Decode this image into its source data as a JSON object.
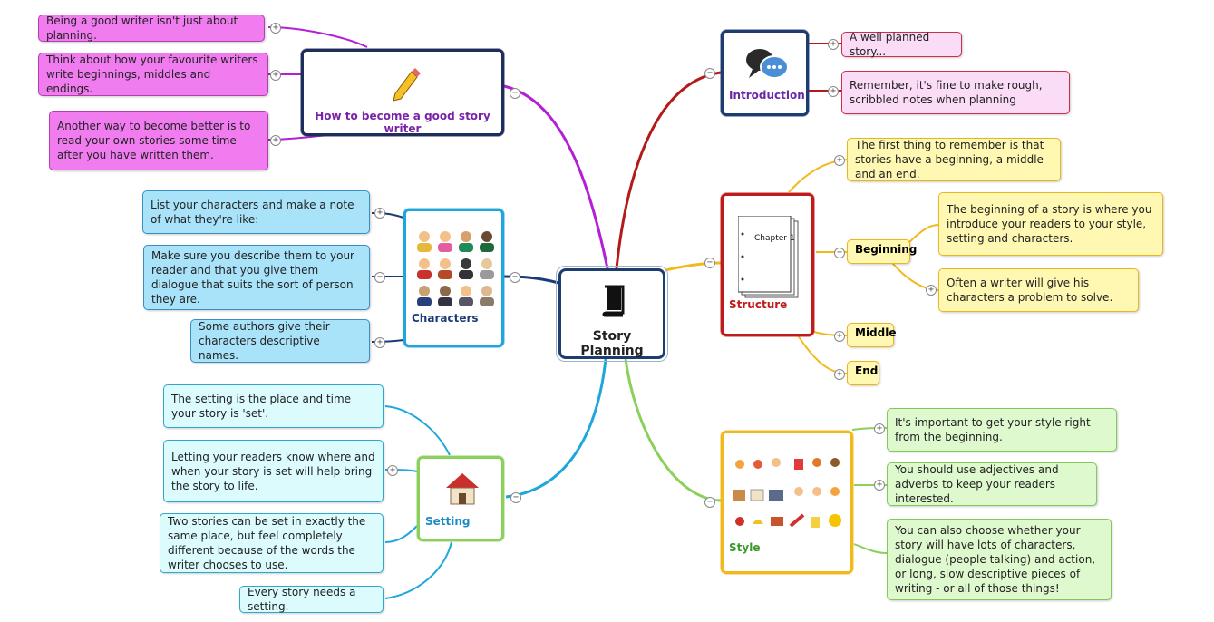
{
  "center": {
    "label": "Story Planning"
  },
  "howto": {
    "label": "How to become a good story writer",
    "notes": [
      "Being a good writer isn't just about planning.",
      "Think about how your favourite writers write beginnings, middles and endings.",
      "Another way to become better is to read your own stories some time after you have written them."
    ]
  },
  "characters": {
    "label": "Characters",
    "notes": [
      "List your characters and make a note of what they're like:",
      "Make sure you describe them to your reader and that you give them dialogue that suits the sort of person they are.",
      "Some authors give their characters descriptive names."
    ]
  },
  "setting": {
    "label": "Setting",
    "notes": [
      "The setting is the place and time your story is 'set'.",
      "Letting your readers know where and when your story is set will help bring the story to life.",
      "Two stories can be set in exactly the same place, but feel completely different because of the words the writer chooses to use.",
      "Every story needs a setting."
    ]
  },
  "introduction": {
    "label": "Introduction",
    "notes": [
      "A well planned story...",
      "Remember, it's fine to make rough, scribbled notes when planning"
    ]
  },
  "structure": {
    "label": "Structure",
    "image_text": "Chapter 1",
    "notes": [
      "The first thing to remember is that stories have a beginning, a middle and an end."
    ],
    "beginning": {
      "label": "Beginning",
      "notes": [
        "The beginning of a story is where you introduce your readers to your style, setting and characters.",
        "Often a writer will give his characters a problem to solve."
      ]
    },
    "middle": "Middle",
    "end": "End"
  },
  "style": {
    "label": "Style",
    "notes": [
      "It's important to get your style right from the beginning.",
      "You should use adjectives and adverbs to keep your readers interested.",
      "You can also choose whether your story will have lots of characters, dialogue (people talking) and action, or long, slow descriptive pieces of writing - or all of those things!"
    ]
  },
  "colors": {
    "howto": "#b21fd6",
    "characters": "#1b3a7a",
    "setting": "#1da7dc",
    "introduction": "#b31b1b",
    "structure": "#f2b91c",
    "style": "#8bd05a"
  }
}
